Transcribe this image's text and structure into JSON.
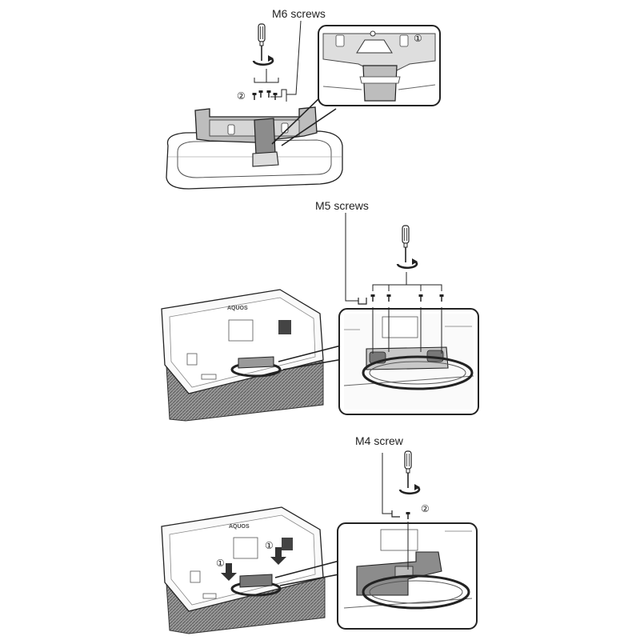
{
  "steps": [
    {
      "screw_label": "M6 screws",
      "markers": [
        "①",
        "②"
      ]
    },
    {
      "screw_label": "M5 screws",
      "brand": "AQUOS"
    },
    {
      "screw_label": "M4 screw",
      "markers": [
        "①",
        "①",
        "②"
      ],
      "brand": "AQUOS"
    }
  ]
}
